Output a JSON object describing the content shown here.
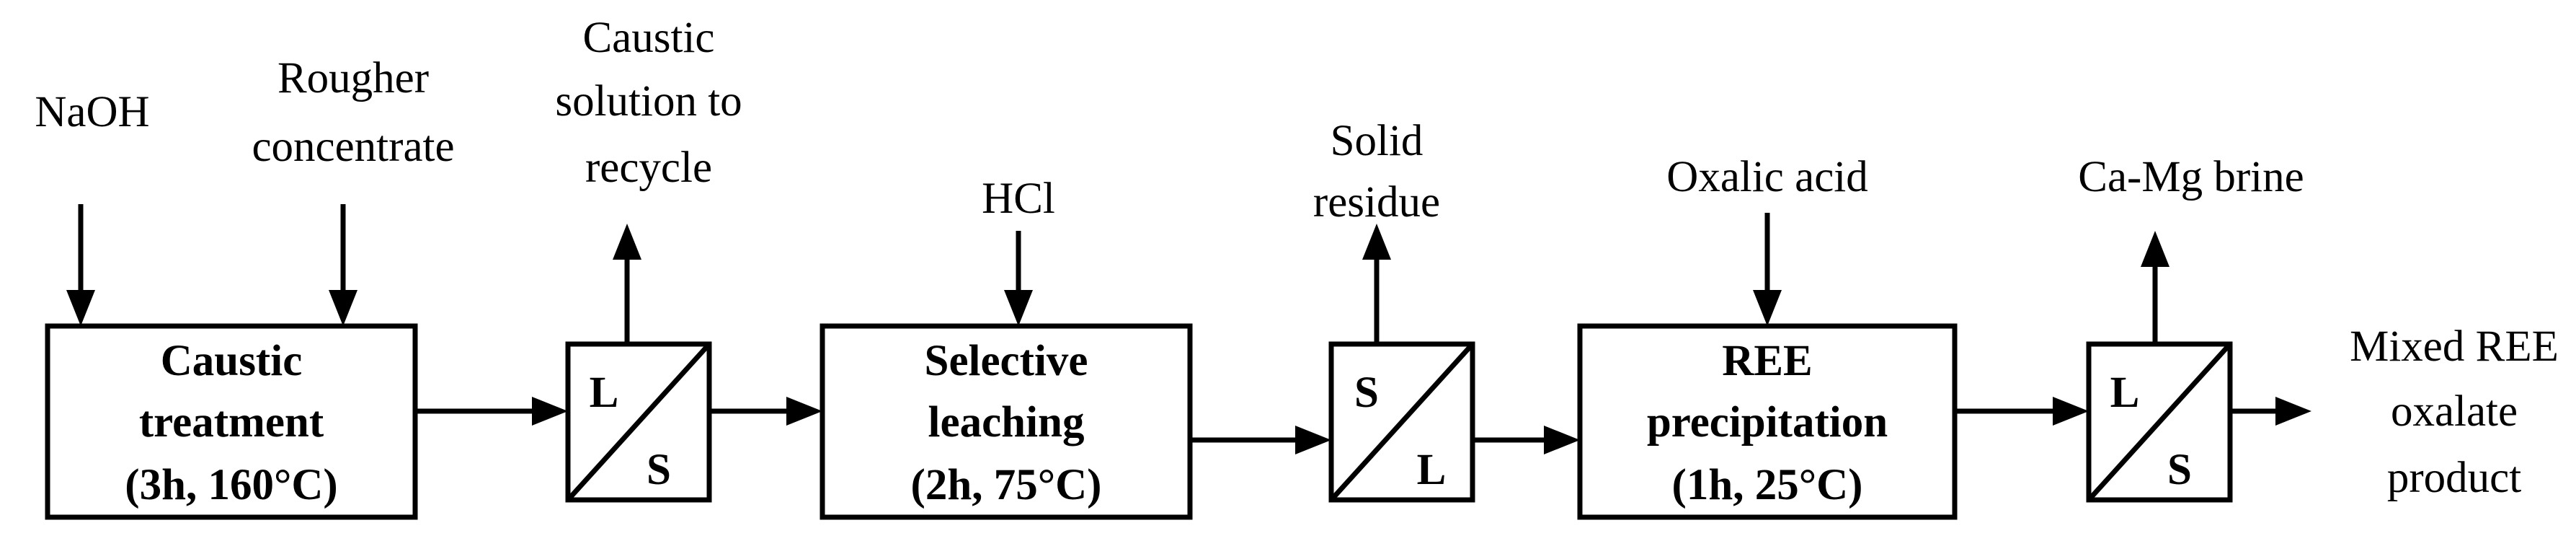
{
  "process_blocks": {
    "caustic": [
      "Caustic",
      "treatment",
      "(3h, 160°C)"
    ],
    "leaching": [
      "Selective",
      "leaching",
      "(2h, 75°C)"
    ],
    "precipitation": [
      "REE",
      "precipitation",
      "(1h, 25°C)"
    ]
  },
  "separators": {
    "sep1": {
      "top": "L",
      "bottom": "S"
    },
    "sep2": {
      "top": "S",
      "bottom": "L"
    },
    "sep3": {
      "top": "L",
      "bottom": "S"
    }
  },
  "streams": {
    "naoh": [
      "NaOH"
    ],
    "rougher": [
      "Rougher",
      "concentrate"
    ],
    "caustic_recycle": [
      "Caustic",
      "solution to",
      "recycle"
    ],
    "hcl": [
      "HCl"
    ],
    "solid_residue": [
      "Solid",
      "residue"
    ],
    "oxalic": [
      "Oxalic acid"
    ],
    "brine": [
      "Ca-Mg brine"
    ],
    "product": [
      "Mixed REE",
      "oxalate",
      "product"
    ]
  }
}
